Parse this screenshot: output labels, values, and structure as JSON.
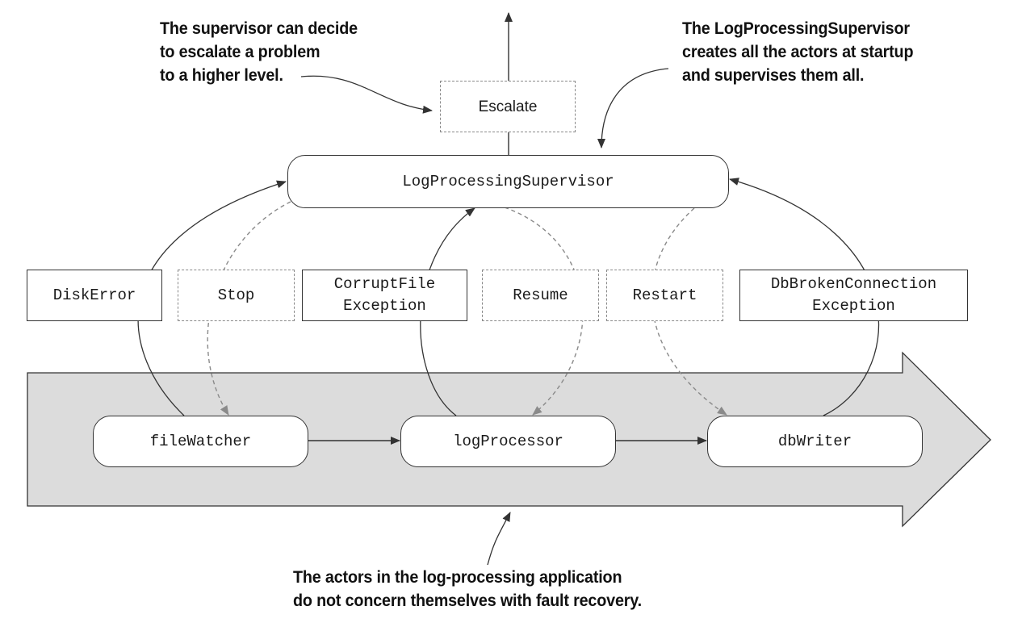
{
  "notes": {
    "top_left": "The supervisor can decide\nto escalate a problem\nto a higher level.",
    "top_right": "The LogProcessingSupervisor\ncreates all the actors at startup\nand supervises them all.",
    "bottom": "The actors in the log-processing application\ndo not concern themselves with fault recovery."
  },
  "nodes": {
    "escalate": "Escalate",
    "supervisor": "LogProcessingSupervisor",
    "file_watcher": "fileWatcher",
    "log_processor": "logProcessor",
    "db_writer": "dbWriter"
  },
  "messages": {
    "disk_error": "DiskError",
    "stop": "Stop",
    "corrupt_file": "CorruptFile\nException",
    "resume": "Resume",
    "restart": "Restart",
    "db_broken": "DbBrokenConnection\nException"
  },
  "colors": {
    "band_fill": "#dcdcdc",
    "solid_line": "#333333",
    "dashed_line": "#8a8a8a"
  }
}
